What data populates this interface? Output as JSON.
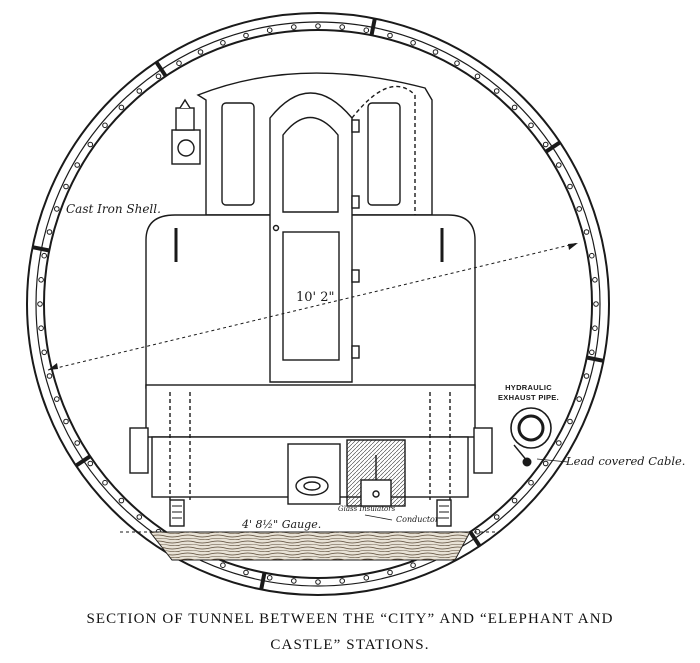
{
  "labels": {
    "cast_iron_shell": "Cast Iron Shell.",
    "diameter": "10' 2\"",
    "hydraulic_line1": "HYDRAULIC",
    "hydraulic_line2": "EXHAUST PIPE.",
    "lead_cable": "Lead covered Cable.",
    "gauge": "4' 8½\" Gauge.",
    "glass_insulators": "Glass Insulators",
    "conductor": "Conductor"
  },
  "caption": {
    "line1": "SECTION OF TUNNEL BETWEEN THE “CITY” AND “ELEPHANT AND",
    "line2": "CASTLE” STATIONS."
  },
  "colors": {
    "ink": "#1a1a1a",
    "paper": "#ffffff",
    "wood": "#6b5a44"
  }
}
